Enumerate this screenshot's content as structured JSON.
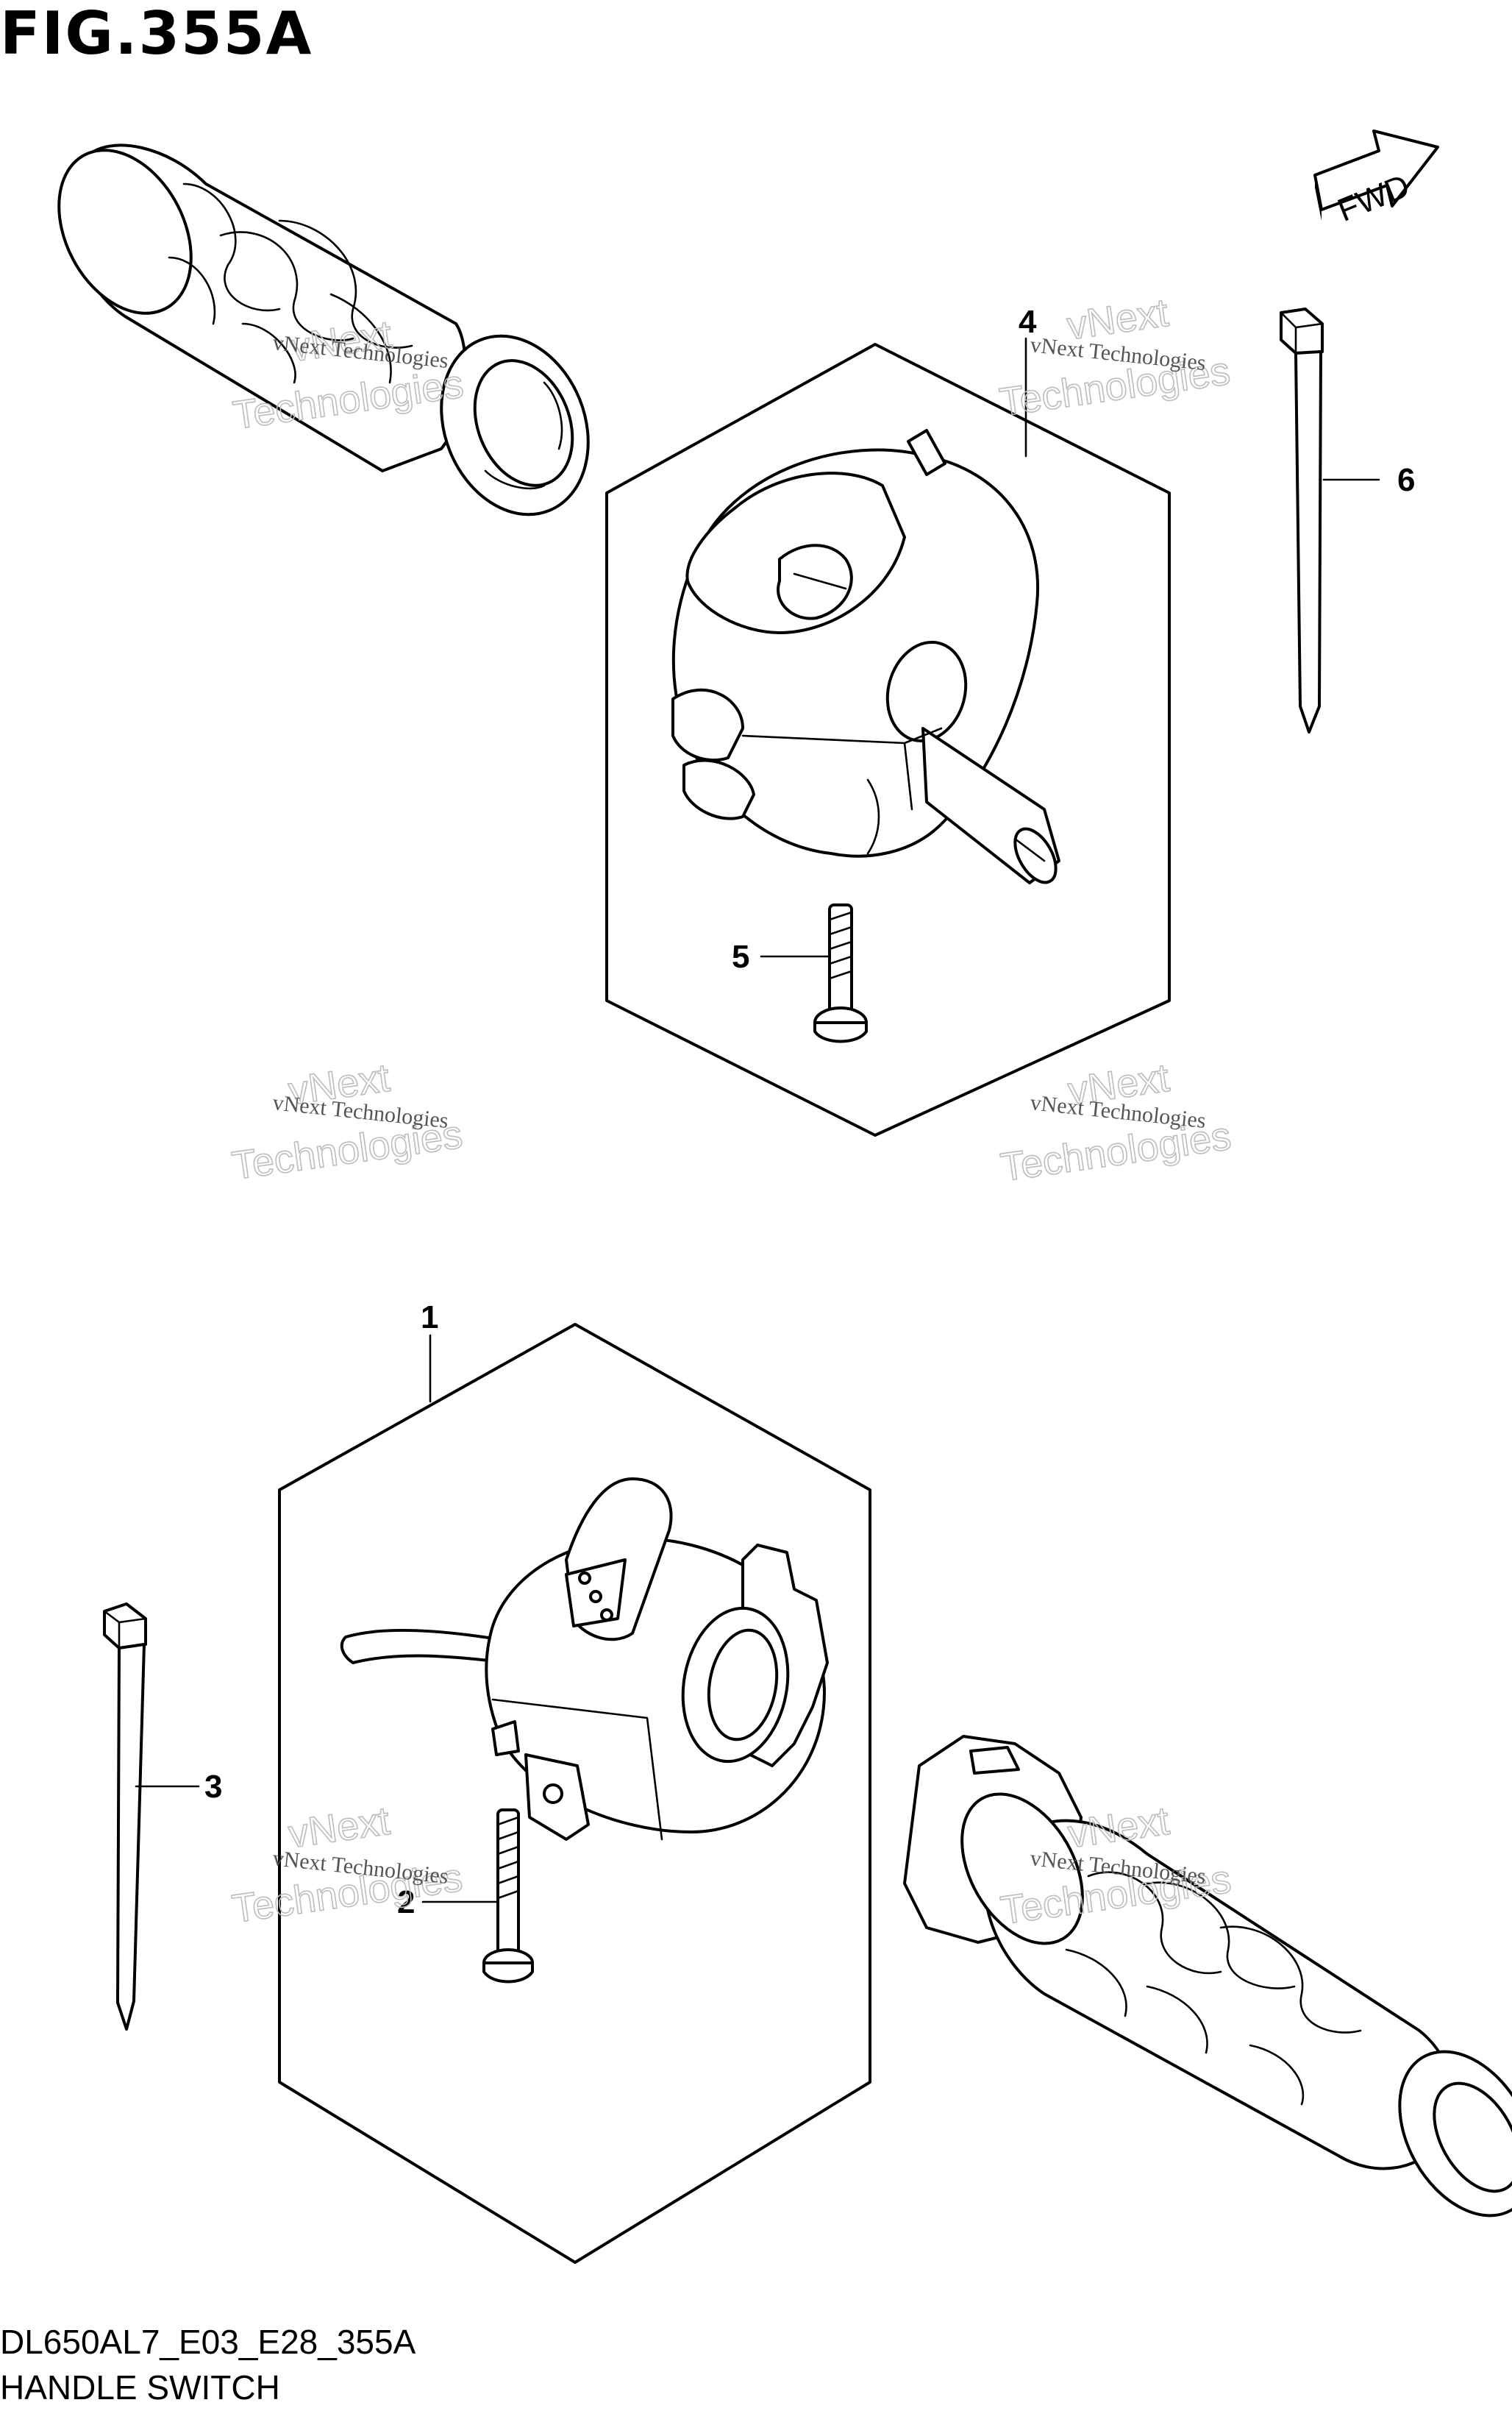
{
  "figure": {
    "title": "FIG.355A",
    "fwd_label": "FWD",
    "drawing_code": "DL650AL7_E03_E28_355A",
    "section_name": "HANDLE SWITCH"
  },
  "callouts": [
    {
      "id": "1",
      "label": "1"
    },
    {
      "id": "2",
      "label": "2"
    },
    {
      "id": "3",
      "label": "3"
    },
    {
      "id": "4",
      "label": "4"
    },
    {
      "id": "5",
      "label": "5"
    },
    {
      "id": "6",
      "label": "6"
    }
  ],
  "watermark": {
    "line_small": "vNext Technologies",
    "line_big_1": "vNext",
    "line_big_2": "Technologies"
  }
}
